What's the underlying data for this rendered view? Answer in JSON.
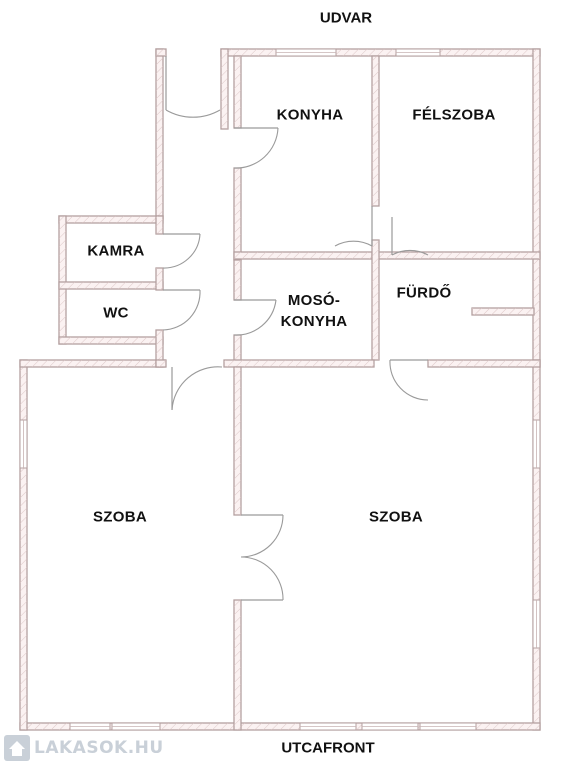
{
  "labels": {
    "top": "UDVAR",
    "bottom": "UTCAFRONT"
  },
  "rooms": [
    {
      "id": "konyha",
      "name": "KONYHA"
    },
    {
      "id": "felszoba",
      "name": "FÉLSZOBA"
    },
    {
      "id": "kamra",
      "name": "KAMRA"
    },
    {
      "id": "wc",
      "name": "WC"
    },
    {
      "id": "moso",
      "line1": "MOSÓ-",
      "line2": "KONYHA"
    },
    {
      "id": "furdo",
      "name": "FÜRDŐ"
    },
    {
      "id": "szoba-left",
      "name": "SZOBA"
    },
    {
      "id": "szoba-right",
      "name": "SZOBA"
    }
  ],
  "logo": {
    "text": "LAKASOK.HU",
    "icon": "house-icon"
  },
  "colors": {
    "wall_fill": "#fbf2f2",
    "wall_stroke": "#b4a0a0",
    "logo": "#c9d0d8"
  }
}
